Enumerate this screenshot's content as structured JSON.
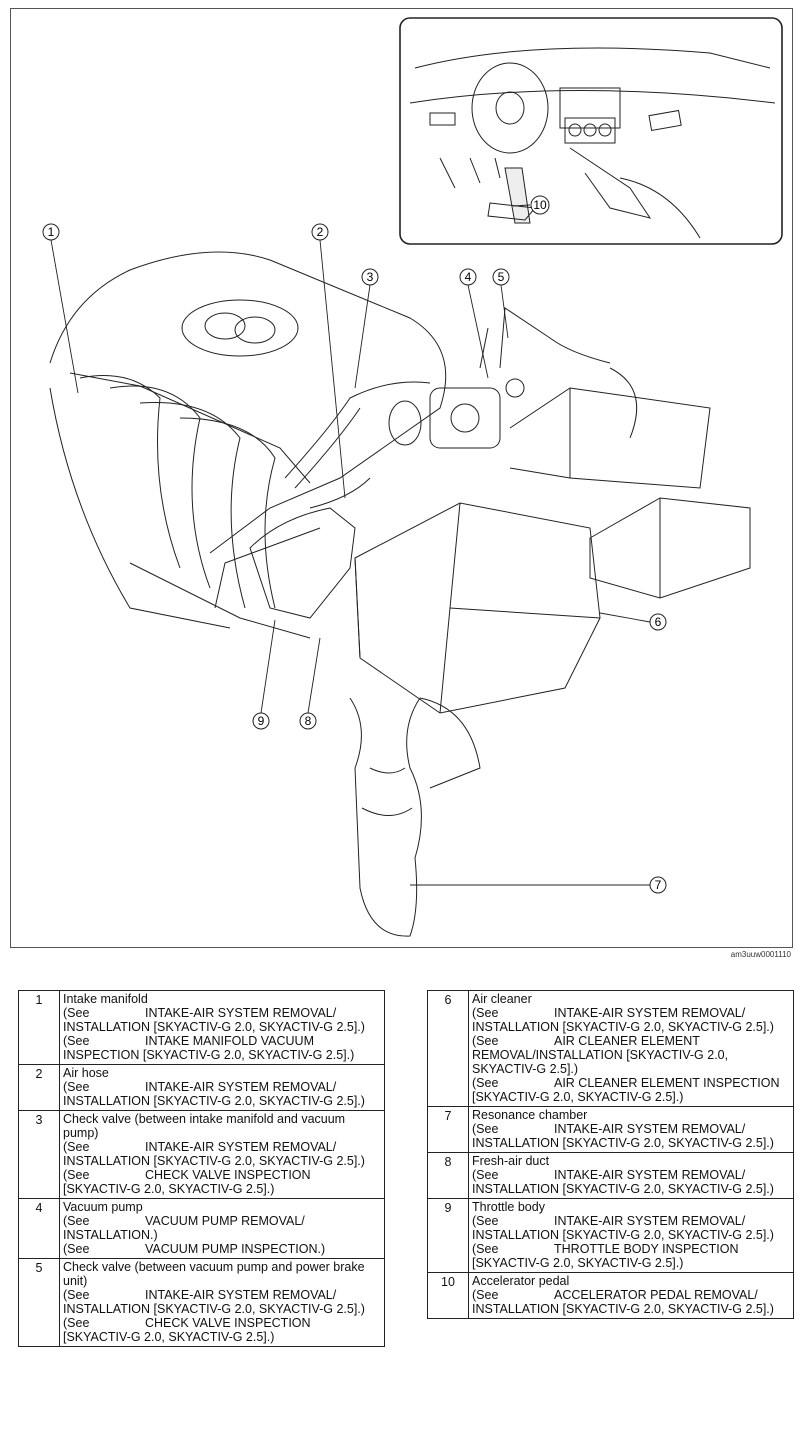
{
  "figure_id": "am3uuw0001110",
  "callouts": [
    "1",
    "2",
    "3",
    "4",
    "5",
    "6",
    "7",
    "8",
    "9",
    "10"
  ],
  "legend": {
    "left": [
      {
        "num": "1",
        "name": "Intake manifold",
        "refs": [
          {
            "see": "(See",
            "text": "INTAKE-AIR SYSTEM REMOVAL/ INSTALLATION [SKYACTIV-G 2.0, SKYACTIV-G 2.5].)"
          },
          {
            "see": "(See",
            "text": "INTAKE MANIFOLD VACUUM INSPECTION [SKYACTIV-G 2.0, SKYACTIV-G 2.5].)"
          }
        ]
      },
      {
        "num": "2",
        "name": "Air hose",
        "refs": [
          {
            "see": "(See",
            "text": "INTAKE-AIR SYSTEM REMOVAL/ INSTALLATION [SKYACTIV-G 2.0, SKYACTIV-G 2.5].)"
          }
        ]
      },
      {
        "num": "3",
        "name": "Check valve (between intake manifold and vacuum pump)",
        "refs": [
          {
            "see": "(See",
            "text": "INTAKE-AIR SYSTEM REMOVAL/ INSTALLATION [SKYACTIV-G 2.0, SKYACTIV-G 2.5].)"
          },
          {
            "see": "(See",
            "text": "CHECK VALVE INSPECTION [SKYACTIV-G 2.0, SKYACTIV-G 2.5].)"
          }
        ]
      },
      {
        "num": "4",
        "name": "Vacuum pump",
        "refs": [
          {
            "see": "(See",
            "text": "VACUUM PUMP REMOVAL/ INSTALLATION.)"
          },
          {
            "see": "(See",
            "text": "VACUUM PUMP INSPECTION.)"
          }
        ]
      },
      {
        "num": "5",
        "name": "Check valve (between vacuum pump and power brake unit)",
        "refs": [
          {
            "see": "(See",
            "text": "INTAKE-AIR SYSTEM REMOVAL/ INSTALLATION [SKYACTIV-G 2.0, SKYACTIV-G 2.5].)"
          },
          {
            "see": "(See",
            "text": "CHECK VALVE INSPECTION [SKYACTIV-G 2.0, SKYACTIV-G 2.5].)"
          }
        ]
      }
    ],
    "right": [
      {
        "num": "6",
        "name": "Air cleaner",
        "refs": [
          {
            "see": "(See",
            "text": "INTAKE-AIR SYSTEM REMOVAL/ INSTALLATION [SKYACTIV-G 2.0, SKYACTIV-G 2.5].)"
          },
          {
            "see": "(See",
            "text": "AIR CLEANER ELEMENT REMOVAL/INSTALLATION [SKYACTIV-G 2.0, SKYACTIV-G 2.5].)"
          },
          {
            "see": "(See",
            "text": "AIR CLEANER ELEMENT INSPECTION [SKYACTIV-G 2.0, SKYACTIV-G 2.5].)"
          }
        ]
      },
      {
        "num": "7",
        "name": "Resonance chamber",
        "refs": [
          {
            "see": "(See",
            "text": "INTAKE-AIR SYSTEM REMOVAL/ INSTALLATION [SKYACTIV-G 2.0, SKYACTIV-G 2.5].)"
          }
        ]
      },
      {
        "num": "8",
        "name": "Fresh-air duct",
        "refs": [
          {
            "see": "(See",
            "text": "INTAKE-AIR SYSTEM REMOVAL/ INSTALLATION [SKYACTIV-G 2.0, SKYACTIV-G 2.5].)"
          }
        ]
      },
      {
        "num": "9",
        "name": "Throttle body",
        "refs": [
          {
            "see": "(See",
            "text": "INTAKE-AIR SYSTEM REMOVAL/ INSTALLATION [SKYACTIV-G 2.0, SKYACTIV-G 2.5].)"
          },
          {
            "see": "(See",
            "text": "THROTTLE BODY INSPECTION [SKYACTIV-G 2.0, SKYACTIV-G 2.5].)"
          }
        ]
      },
      {
        "num": "10",
        "name": "Accelerator pedal",
        "refs": [
          {
            "see": "(See",
            "text": "ACCELERATOR PEDAL REMOVAL/ INSTALLATION [SKYACTIV-G 2.0, SKYACTIV-G 2.5].)"
          }
        ]
      }
    ]
  }
}
